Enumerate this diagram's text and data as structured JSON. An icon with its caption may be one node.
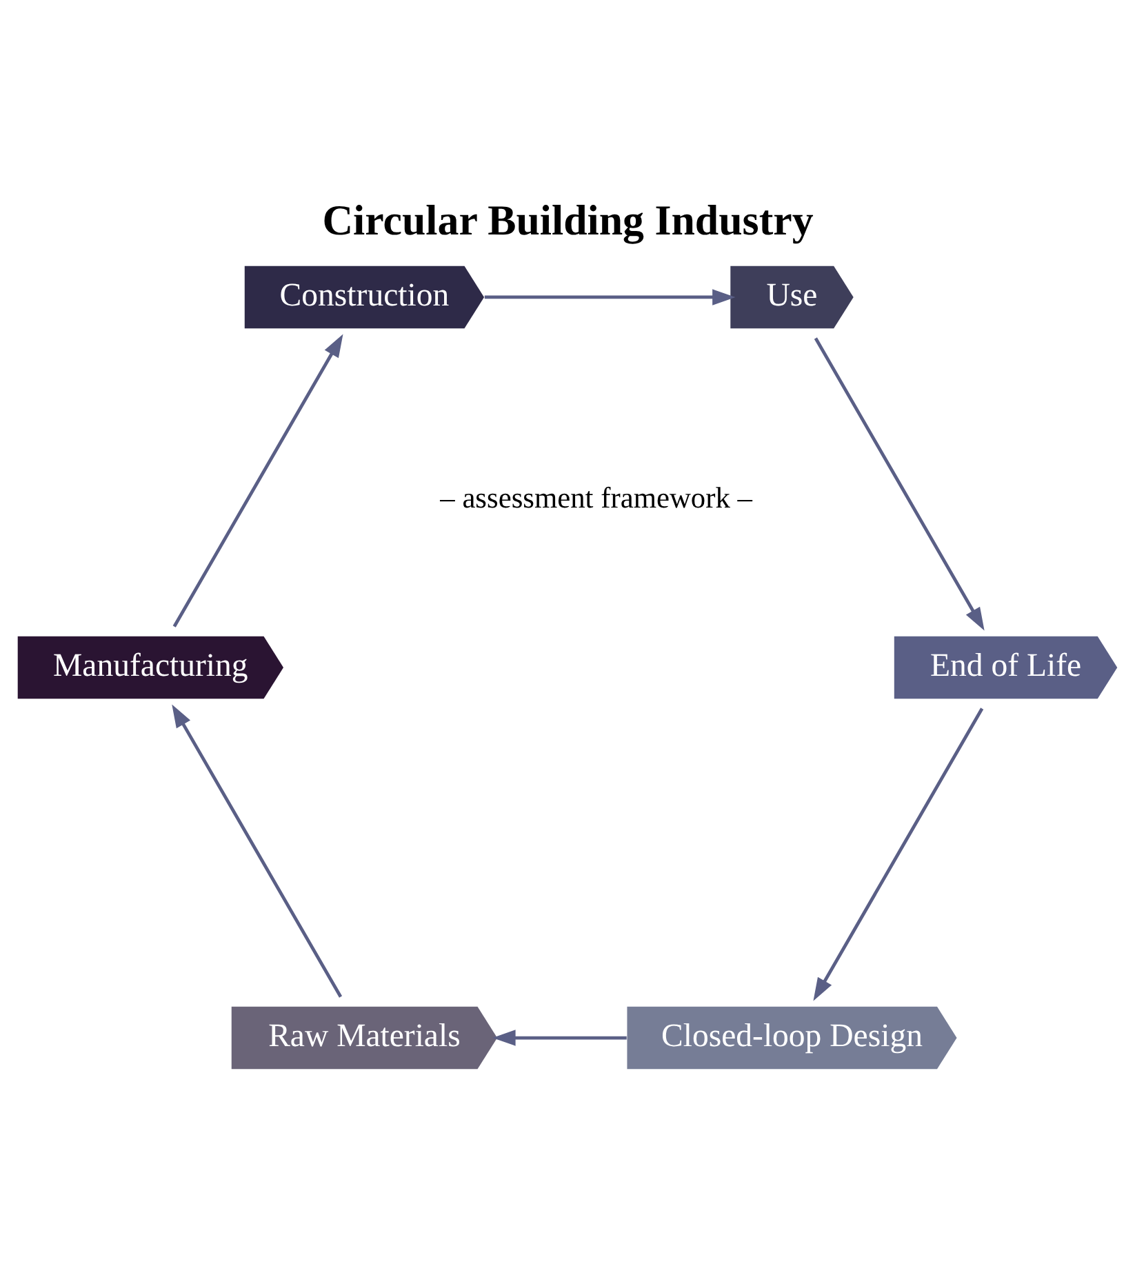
{
  "diagram": {
    "title": "Circular Building Industry",
    "nodes": [
      {
        "text": [
          "Closed-loop Design"
        ]
      },
      {
        "text": [
          "Raw Materials"
        ]
      },
      {
        "text": [
          "Manufacturing"
        ]
      },
      {
        "text": [
          "Construction"
        ]
      },
      {
        "text": [
          "Use"
        ]
      },
      {
        "text": [
          "End of Life"
        ]
      }
    ],
    "edges": [
      {
        "from": 0,
        "to": 1,
        "arrow": "to"
      },
      {
        "from": 1,
        "to": 2,
        "arrow": "to"
      },
      {
        "from": 2,
        "to": 3,
        "arrow": "to"
      },
      {
        "from": 3,
        "to": 4,
        "arrow": "to"
      },
      {
        "from": 4,
        "to": 5,
        "arrow": "to"
      },
      {
        "from": 5,
        "to": 0,
        "arrow": "to"
      }
    ],
    "labels": [
      "– assessment framework –"
    ]
  }
}
